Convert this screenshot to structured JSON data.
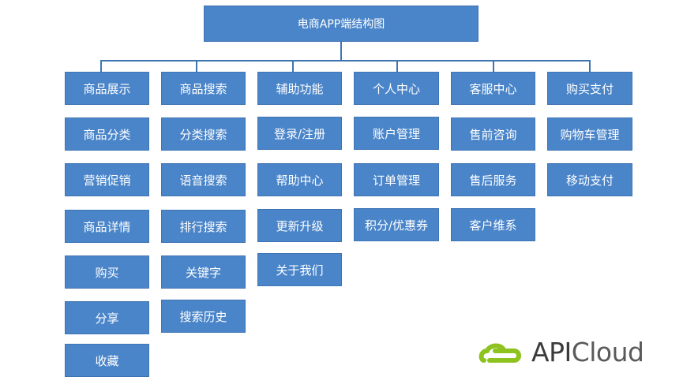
{
  "root": "电商APP端结构图",
  "columns": [
    {
      "title": "商品展示",
      "items": [
        "商品分类",
        "营销促销",
        "商品详情",
        "购买",
        "分享",
        "收藏"
      ]
    },
    {
      "title": "商品搜索",
      "items": [
        "分类搜索",
        "语音搜索",
        "排行搜索",
        "关键字",
        "搜索历史"
      ]
    },
    {
      "title": "辅助功能",
      "items": [
        "登录/注册",
        "帮助中心",
        "更新升级",
        "关于我们"
      ]
    },
    {
      "title": "个人中心",
      "items": [
        "账户管理",
        "订单管理",
        "积分/优惠券"
      ]
    },
    {
      "title": "客服中心",
      "items": [
        "售前咨询",
        "售后服务",
        "客户维系"
      ]
    },
    {
      "title": "购买支付",
      "items": [
        "购物车管理",
        "移动支付"
      ]
    }
  ],
  "logo": {
    "api": "API",
    "cloud": "Cloud",
    "icon": "apicloud-logo-icon"
  },
  "colors": {
    "box": "#4a85c9",
    "border": "#3f74b3",
    "logo_green": "#8dc21f"
  }
}
